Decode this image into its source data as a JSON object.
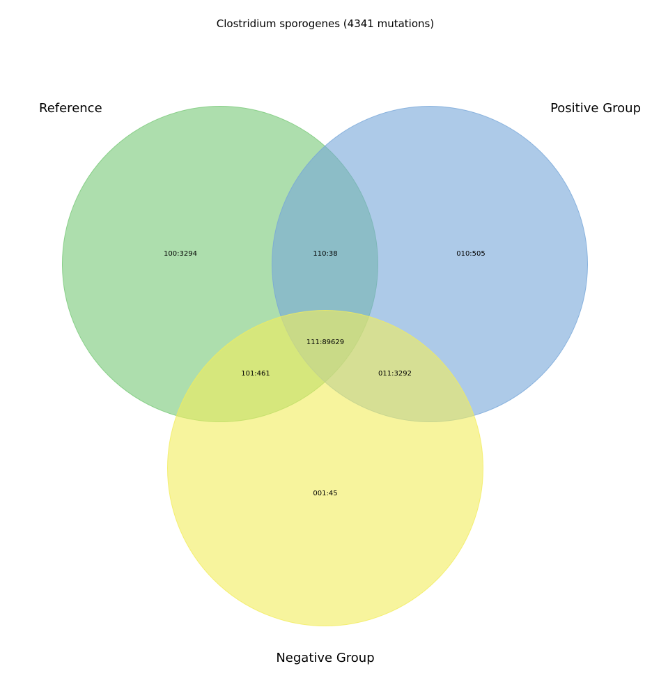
{
  "title": "Clostridium sporogenes (4341 mutations)",
  "sets": [
    {
      "name": "Reference",
      "color": "#77c877"
    },
    {
      "name": "Positive Group",
      "color": "#77a6d8"
    },
    {
      "name": "Negative Group",
      "color": "#f2ec5c"
    }
  ],
  "regions": [
    {
      "code": "100",
      "text": "100:3294"
    },
    {
      "code": "110",
      "text": "110:38"
    },
    {
      "code": "010",
      "text": "010:505"
    },
    {
      "code": "111",
      "text": "111:89629"
    },
    {
      "code": "101",
      "text": "101:461"
    },
    {
      "code": "011",
      "text": "011:3292"
    },
    {
      "code": "001",
      "text": "001:45"
    }
  ]
}
